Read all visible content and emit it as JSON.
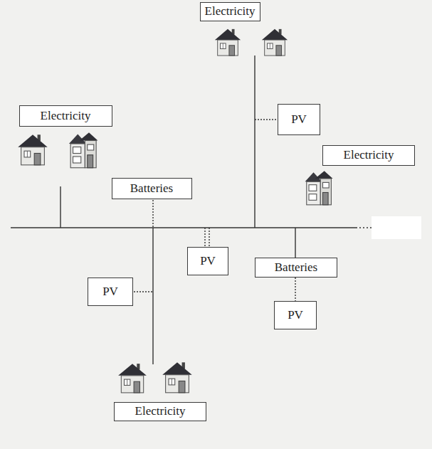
{
  "diagram": {
    "nodes": [
      {
        "text": [
          "Electricity"
        ]
      },
      {
        "text": [
          "Electricity"
        ]
      },
      {
        "text": [
          "PV"
        ]
      },
      {
        "text": [
          "Electricity"
        ]
      },
      {
        "text": [
          "Batteries"
        ]
      },
      {
        "text": [
          "PV"
        ]
      },
      {
        "text": [
          "Batteries"
        ]
      },
      {
        "text": [
          "PV"
        ]
      },
      {
        "text": [
          "PV"
        ]
      },
      {
        "text": [
          "Electricity"
        ]
      }
    ],
    "edges": [
      {
        "from": 6,
        "to": 8,
        "arrow": "none"
      }
    ]
  }
}
